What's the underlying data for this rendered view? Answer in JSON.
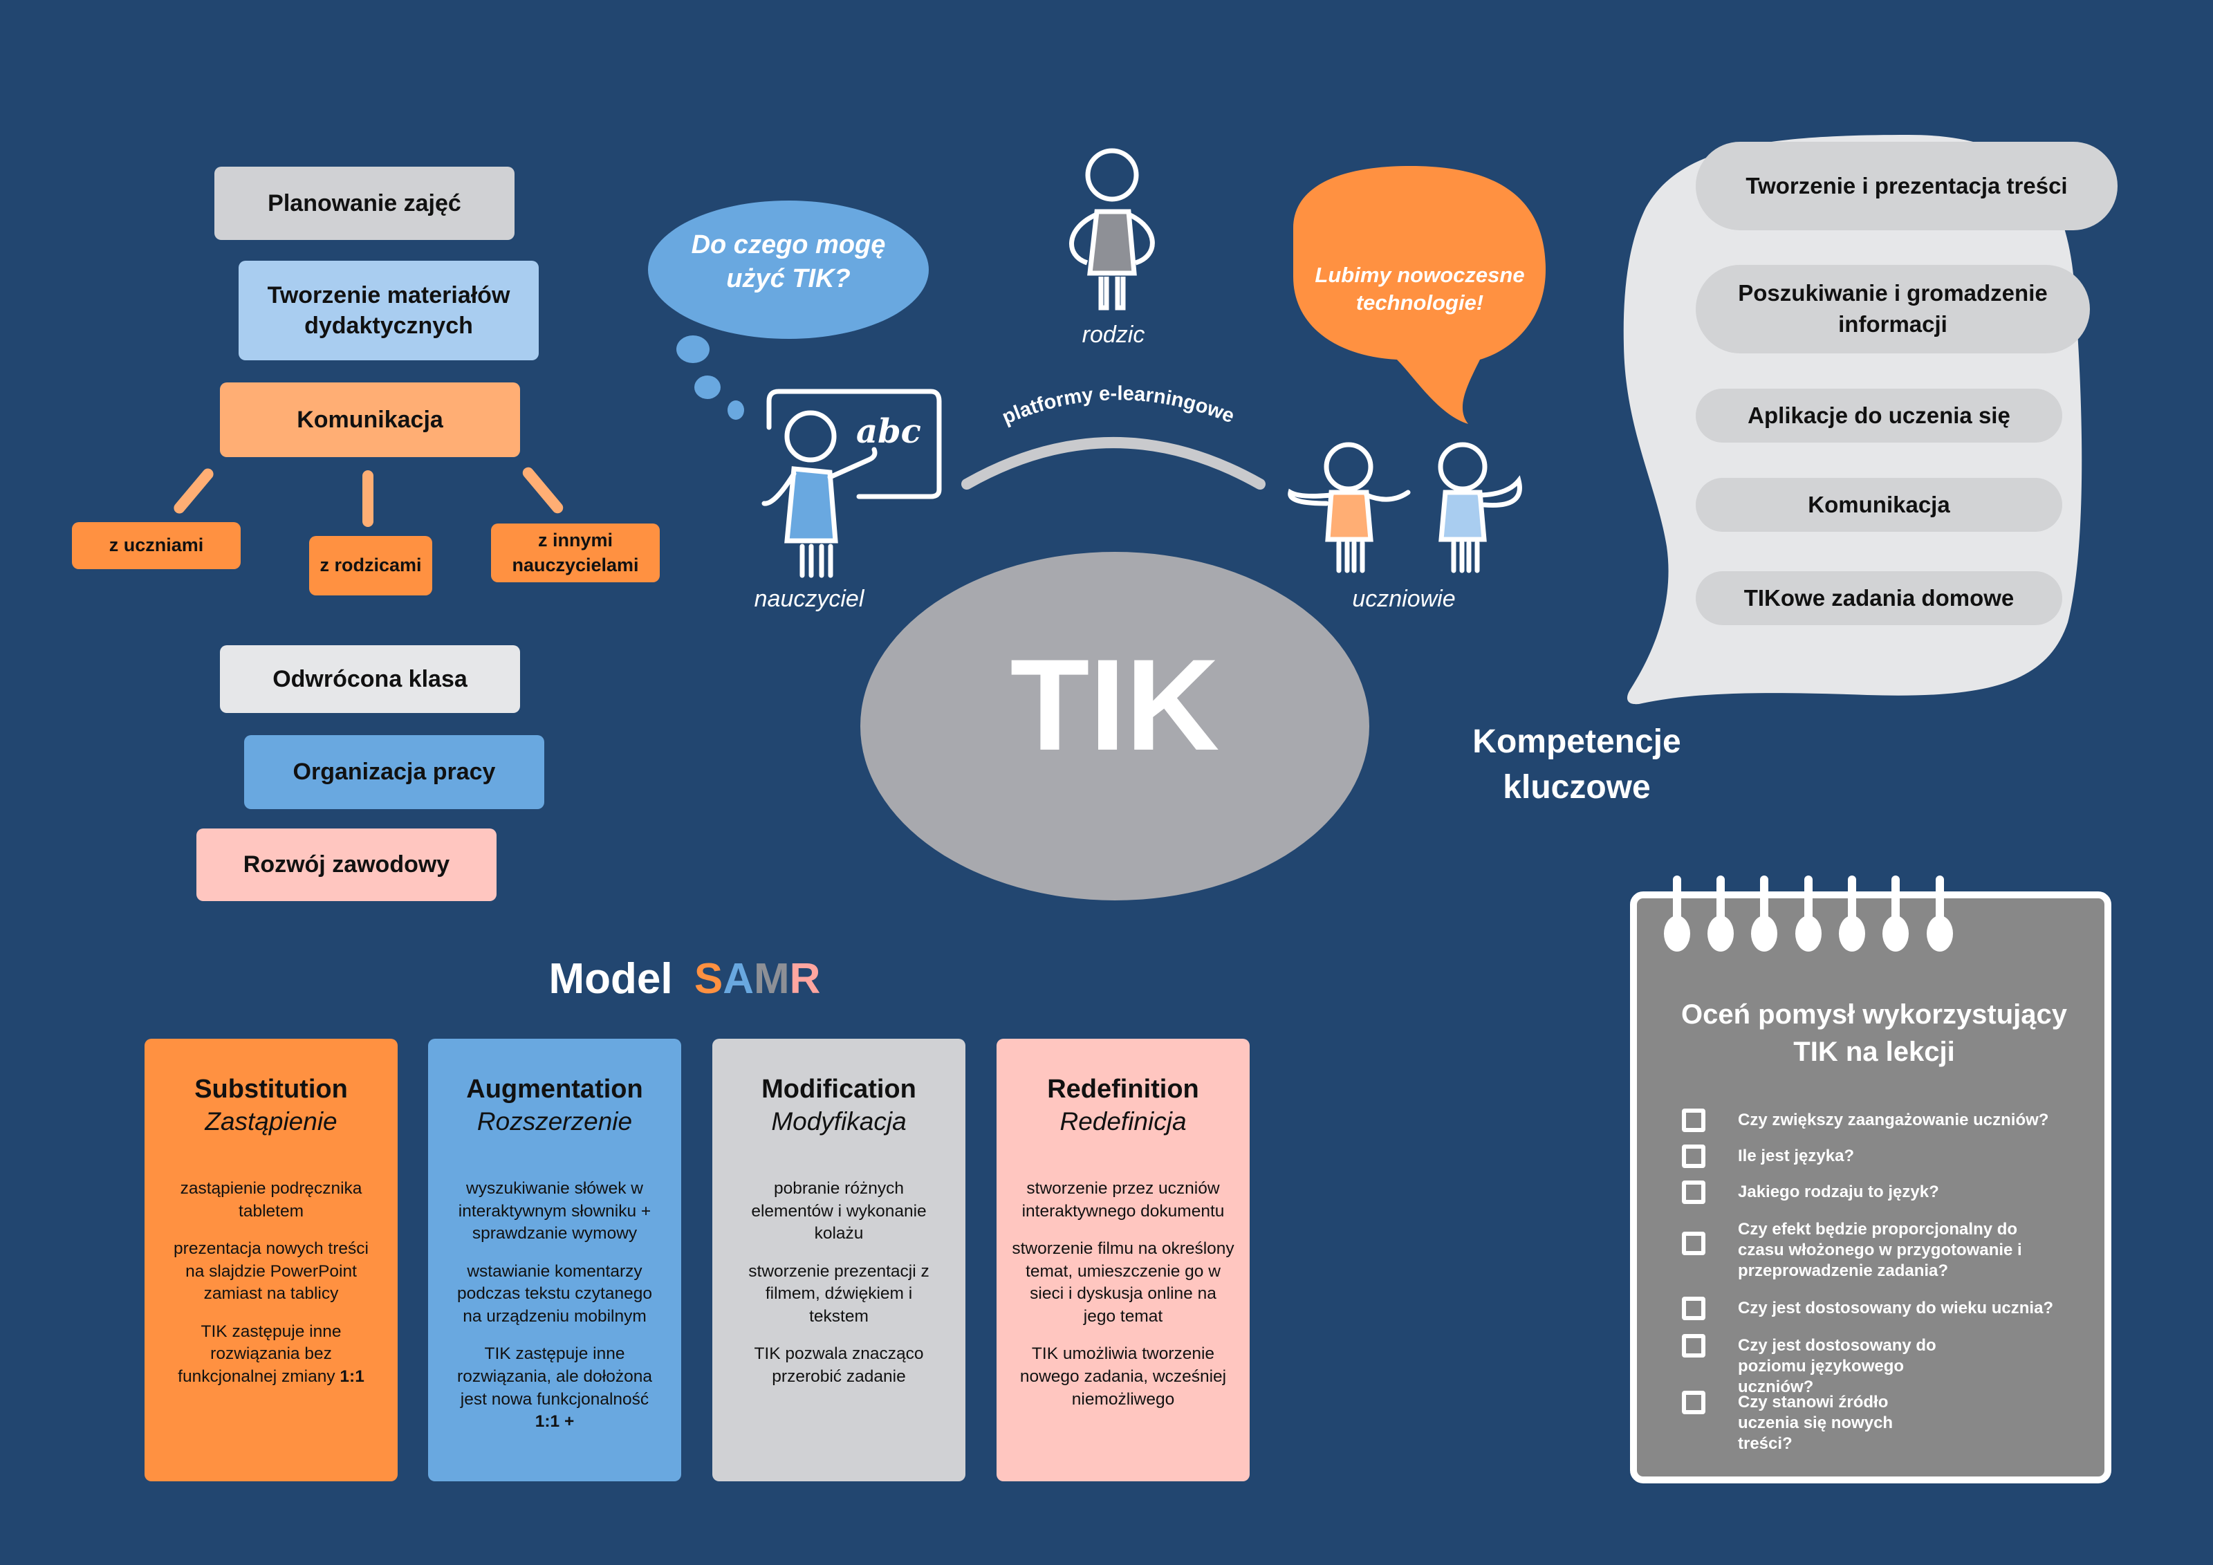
{
  "colors": {
    "background": "#224670",
    "orange": "#ff9141",
    "light_orange": "#ffae74",
    "blue": "#69a8e0",
    "light_blue": "#a9cdf0",
    "gray": "#d0d1d4",
    "light_gray": "#e6e7e9",
    "pink": "#ffc6c0",
    "tik_gray": "#a8a9ae",
    "notepad_gray": "#888888"
  },
  "left_panel": {
    "items": [
      {
        "label": "Planowanie zajęć"
      },
      {
        "label": "Tworzenie materiałów dydaktycznych"
      },
      {
        "label": "Komunikacja"
      },
      {
        "label": "Odwrócona klasa"
      },
      {
        "label": "Organizacja pracy"
      },
      {
        "label": "Rozwój zawodowy"
      }
    ],
    "communication_children": [
      {
        "label": "z uczniami"
      },
      {
        "label": "z rodzicami"
      },
      {
        "label": "z innymi nauczycielami"
      }
    ]
  },
  "center": {
    "title": "TIK",
    "teacher_bubble": "Do czego mogę użyć TIK?",
    "students_bubble": "Lubimy nowoczesne technologie!",
    "arc_label": "platformy e-learningowe",
    "people": {
      "parent": "rodzic",
      "teacher": "nauczyciel",
      "students": "uczniowie"
    },
    "board_text": "abc"
  },
  "competences": {
    "title": "Kompetencje kluczowe",
    "items": [
      "Tworzenie i prezentacja treści",
      "Poszukiwanie i gromadzenie informacji",
      "Aplikacje do uczenia się",
      "Komunikacja",
      "TIKowe zadania domowe"
    ]
  },
  "samr": {
    "title_prefix": "Model",
    "letters": [
      "S",
      "A",
      "M",
      "R"
    ],
    "cards": [
      {
        "en": "Substitution",
        "pl": "Zastąpienie",
        "paragraphs": [
          "zastąpienie podręcznika tabletem",
          "prezentacja nowych treści na slajdzie PowerPoint zamiast na tablicy",
          "TIK zastępuje inne rozwiązania bez funkcjonalnej zmiany"
        ],
        "ratio": "1:1"
      },
      {
        "en": "Augmentation",
        "pl": "Rozszerzenie",
        "paragraphs": [
          "wyszukiwanie słówek w interaktywnym słowniku + sprawdzanie wymowy",
          "wstawianie komentarzy podczas tekstu czytanego na urządzeniu mobilnym",
          "TIK zastępuje inne rozwiązania, ale dołożona jest nowa funkcjonalność"
        ],
        "ratio": "1:1 +"
      },
      {
        "en": "Modification",
        "pl": "Modyfikacja",
        "paragraphs": [
          "pobranie różnych elementów i wykonanie kolażu",
          "stworzenie prezentacji z filmem, dźwiękiem i tekstem",
          "TIK pozwala znacząco przerobić zadanie"
        ],
        "ratio": ""
      },
      {
        "en": "Redefinition",
        "pl": "Redefinicja",
        "paragraphs": [
          "stworzenie przez uczniów interaktywnego dokumentu",
          "stworzenie filmu na określony temat, umieszczenie go w sieci i dyskusja online na jego temat",
          "TIK umożliwia tworzenie nowego zadania, wcześniej niemożliwego"
        ],
        "ratio": ""
      }
    ]
  },
  "checklist": {
    "title": "Oceń pomysł wykorzystujący TIK na lekcji",
    "items": [
      {
        "text": "Czy zwiększy zaangażowanie uczniów?",
        "checked": false
      },
      {
        "text": "Ile jest języka?",
        "checked": false
      },
      {
        "text": "Jakiego rodzaju to język?",
        "checked": false
      },
      {
        "text": "Czy efekt będzie proporcjonalny do czasu włożonego w przygotowanie i przeprowadzenie zadania?",
        "checked": false
      },
      {
        "text": "Czy jest dostosowany do wieku ucznia?",
        "checked": false
      },
      {
        "text": "Czy jest dostosowany do poziomu językowego uczniów?",
        "checked": false
      },
      {
        "text": "Czy stanowi źródło uczenia się nowych treści?",
        "checked": false
      }
    ]
  }
}
